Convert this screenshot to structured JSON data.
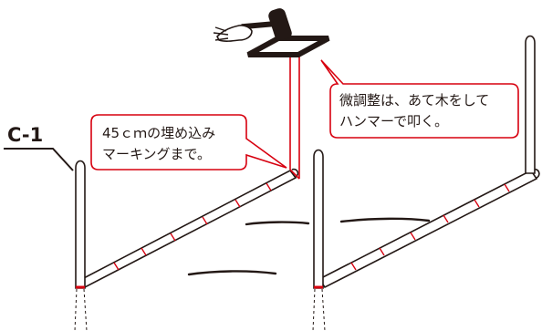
{
  "labels": {
    "part_id": "C-1"
  },
  "callouts": {
    "depth": {
      "line1": "45ｃｍの埋め込み",
      "line2": "マーキングまで。"
    },
    "adjust": {
      "line1": "微調整は、あて木をして",
      "line2": "ハンマーで叩く。"
    }
  },
  "colors": {
    "outline": "#231815",
    "marking": "#d7000f",
    "callout_border": "#d7000f",
    "ground": "#231815",
    "background": "#ffffff"
  },
  "icons": {
    "hammer": "hand-holding-hammer-icon",
    "block": "wooden-block-icon"
  }
}
